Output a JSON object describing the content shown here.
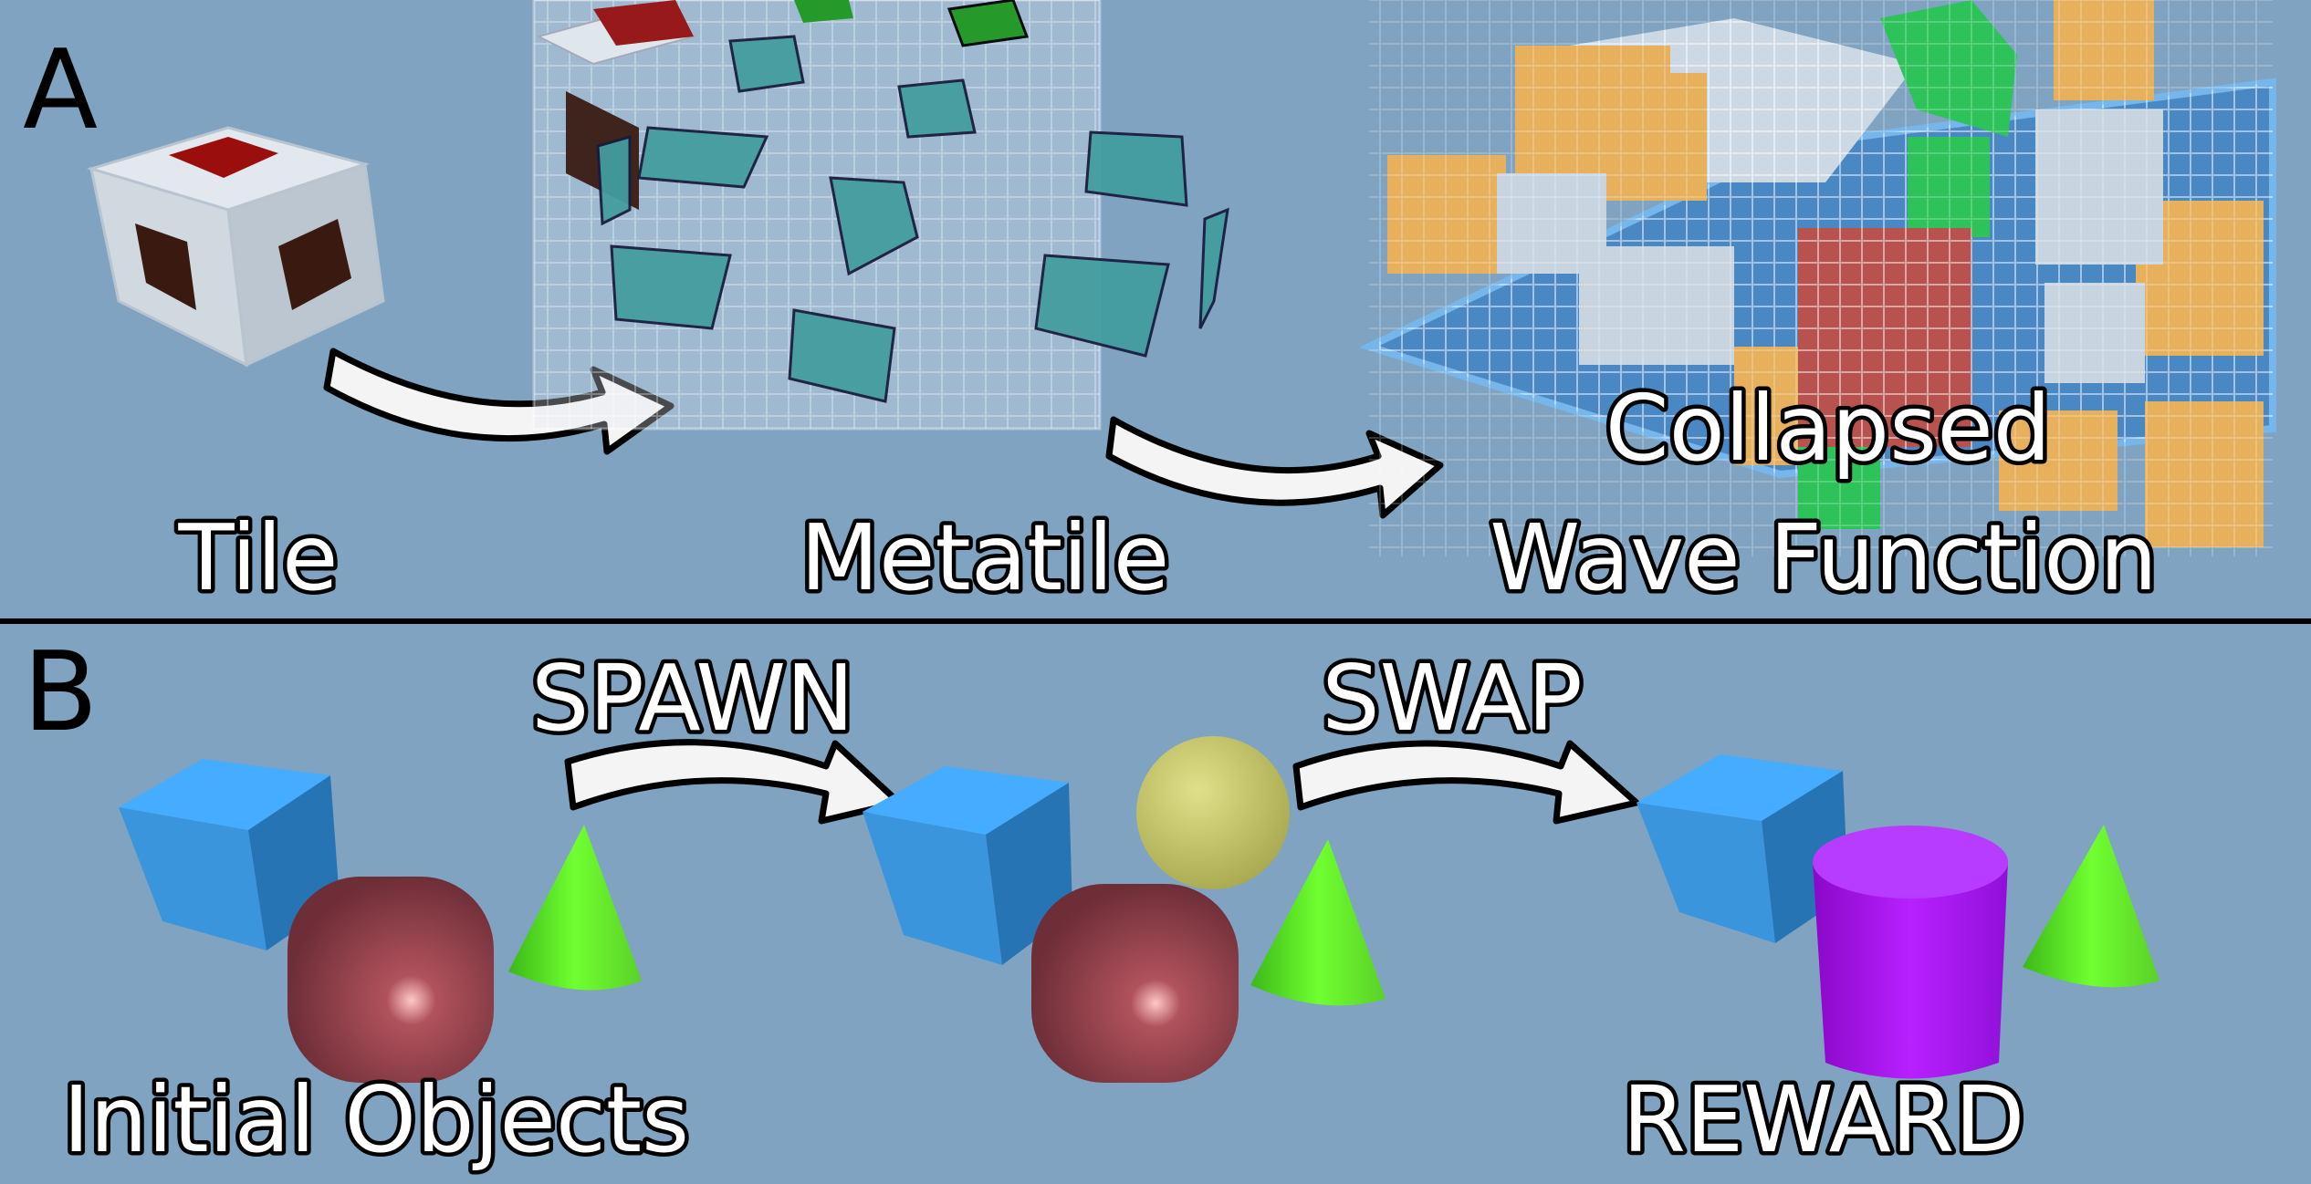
{
  "panel_a": {
    "label": "A",
    "captions": {
      "tile": "Tile",
      "metatile": "Metatile",
      "collapsed_line1": "Collapsed",
      "collapsed_line2": "Wave Function"
    }
  },
  "panel_b": {
    "label": "B",
    "arrows": {
      "spawn": "SPAWN",
      "swap": "SWAP"
    },
    "captions": {
      "initial": "Initial Objects",
      "reward": "REWARD"
    }
  },
  "colors": {
    "background": "#7fa3c1",
    "cube": "#3a95dc",
    "red_object": "#8a3f4a",
    "cone": "#66e62a",
    "sphere": "#c8c86a",
    "cylinder": "#a010e8"
  }
}
